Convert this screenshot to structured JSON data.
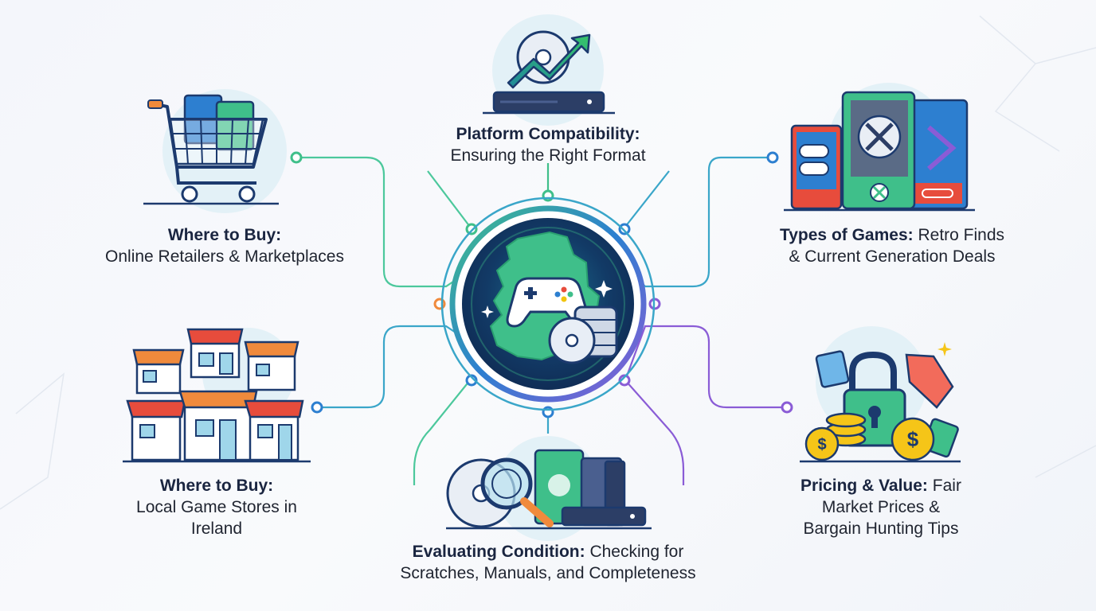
{
  "center_hub": {
    "icon": "ireland-map-globe-with-gamepad-and-discs",
    "accent_colors": [
      "#1d6fa3",
      "#2bb673",
      "#7c4dca"
    ]
  },
  "topics": {
    "platform": {
      "bold": "Platform Compatibility:",
      "rest": "Ensuring the Right Format",
      "icon": "console-disc-growth-arrow-icon"
    },
    "online": {
      "bold": "Where to Buy:",
      "rest": "Online Retailers & Marketplaces",
      "icon": "shopping-cart-icon"
    },
    "types": {
      "bold": "Types of Games:",
      "rest_1": " Retro Finds",
      "rest_2": "& Current Generation Deals",
      "icon": "game-cases-icon"
    },
    "local": {
      "bold": "Where to Buy:",
      "rest_1": "Local Game Stores in",
      "rest_2": "Ireland",
      "icon": "storefronts-icon"
    },
    "pricing": {
      "bold": "Pricing & Value:",
      "rest_1": " Fair",
      "rest_2": "Market Prices &",
      "rest_3": "Bargain Hunting Tips",
      "icon": "padlock-coins-price-tag-icon"
    },
    "condition": {
      "bold": "Evaluating Condition:",
      "rest_1": " Checking for",
      "rest_2": "Scratches, Manuals, and Completeness",
      "icon": "magnifier-disc-inspection-icon"
    }
  },
  "colors": {
    "green": "#3fbf8a",
    "teal": "#3aa6c9",
    "blue": "#2d7fd0",
    "purple": "#8a5cd6",
    "orange": "#f08a3c",
    "navy": "#1c3a6e"
  }
}
